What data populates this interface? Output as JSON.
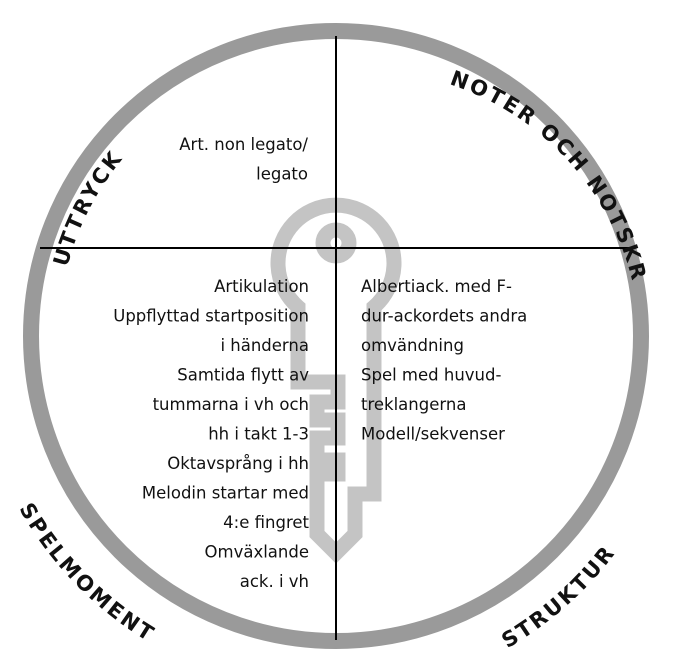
{
  "colors": {
    "ring": "#9a9a9a",
    "key": "#c4c4c4",
    "lines": "#000000",
    "text": "#111111"
  },
  "arc_labels": {
    "top_left": "UTTRYCK",
    "top_right": "NOTER OCH NOTSKRIFT",
    "bottom_left": "SPELMOMENT",
    "bottom_right": "STRUKTUR"
  },
  "quadrants": {
    "top_left": [
      "Art. non legato/",
      "legato"
    ],
    "bottom_left": [
      "Artikulation",
      "Uppflyttad startposition",
      "i händerna",
      "Samtida flytt av",
      "tummarna i vh och",
      "hh i takt 1-3",
      "Oktavsprång i hh",
      "Melodin startar med",
      "4:e fingret",
      "Omväxlande",
      "ack. i vh"
    ],
    "bottom_right": [
      "Albertiack. med F-",
      "dur-ackordets andra",
      "omvändning",
      "Spel med huvud-",
      "treklangerna",
      "Modell/sekvenser"
    ]
  },
  "center_icon": "key-icon"
}
